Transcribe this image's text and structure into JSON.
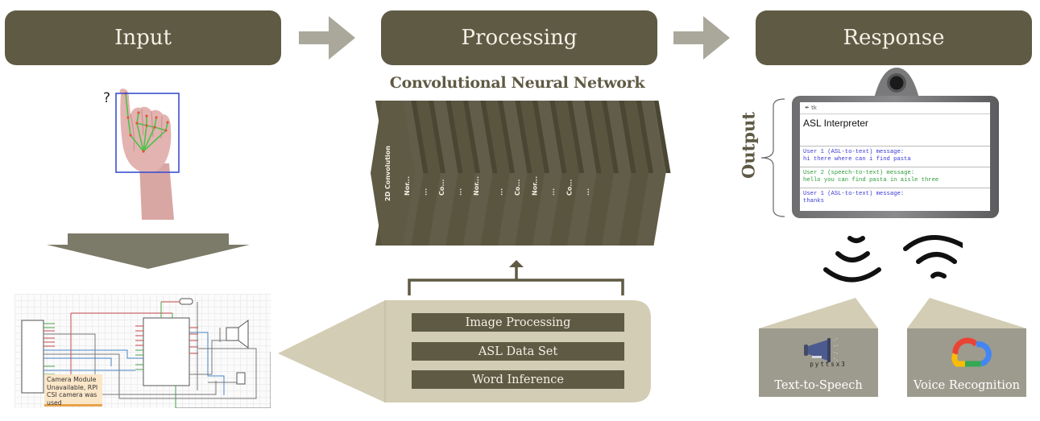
{
  "stages": {
    "input": "Input",
    "processing": "Processing",
    "response": "Response"
  },
  "colors": {
    "primary": "#5f5a44",
    "light_tan": "#d2cdb4",
    "arrow_gray": "#a9a89a",
    "card_gray": "#9d9b8d",
    "primary_text": "#f3f0e6"
  },
  "input": {
    "hand_question_mark": "?",
    "camera_note": "Camera Module Unavailable, RPI CSI camera was used"
  },
  "processing": {
    "cnn_title": "Convolutional Neural Network",
    "cnn_layer_labels": [
      "2D Convolution",
      "Nor...",
      "...",
      "Co...",
      "...",
      "Nor...",
      "...",
      "Co...",
      "Nor...",
      "...",
      "Co...",
      "..."
    ],
    "pipeline": [
      "Image Processing",
      "ASL Data Set",
      "Word Inference"
    ]
  },
  "response": {
    "output_label": "Output",
    "app_titlebar": "tk",
    "app_heading": "ASL Interpreter",
    "messages": [
      {
        "header": "User 1 (ASL-to-text) message:",
        "body": "hi there where can i find pasta",
        "color": "blue"
      },
      {
        "header": "User 2 (speech-to-text) message:",
        "body": "hello you can find pasta in aisle three",
        "color": "green"
      },
      {
        "header": "User 1 (ASL-to-text) message:",
        "body": "thanks",
        "color": "blue"
      }
    ],
    "cards": [
      {
        "label": "Text-to-Speech",
        "logo_text": "pyttsx3",
        "icon": "megaphone-icon"
      },
      {
        "label": "Voice Recognition",
        "icon": "google-cloud-icon"
      }
    ]
  }
}
